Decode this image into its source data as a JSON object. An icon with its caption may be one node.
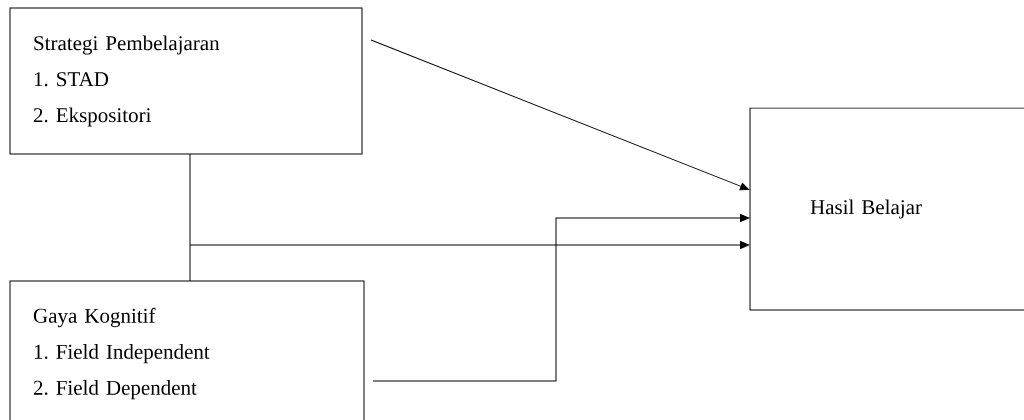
{
  "diagram": {
    "nodes": [
      {
        "text": [
          "Strategi Pembelajaran",
          "1. STAD",
          "2. Ekspositori"
        ]
      },
      {
        "text": [
          "Gaya Kognitif",
          "1. Field Independent",
          "2. Field Dependent"
        ]
      },
      {
        "text": [
          "Hasil Belajar"
        ]
      }
    ],
    "edges": [
      {
        "from": 0,
        "to": 2,
        "arrow": "to"
      },
      {
        "from": 0,
        "to": 2,
        "arrow": "to"
      },
      {
        "from": 1,
        "to": 2,
        "arrow": "to"
      },
      {
        "from": 1,
        "to": 2,
        "arrow": "to"
      }
    ]
  }
}
